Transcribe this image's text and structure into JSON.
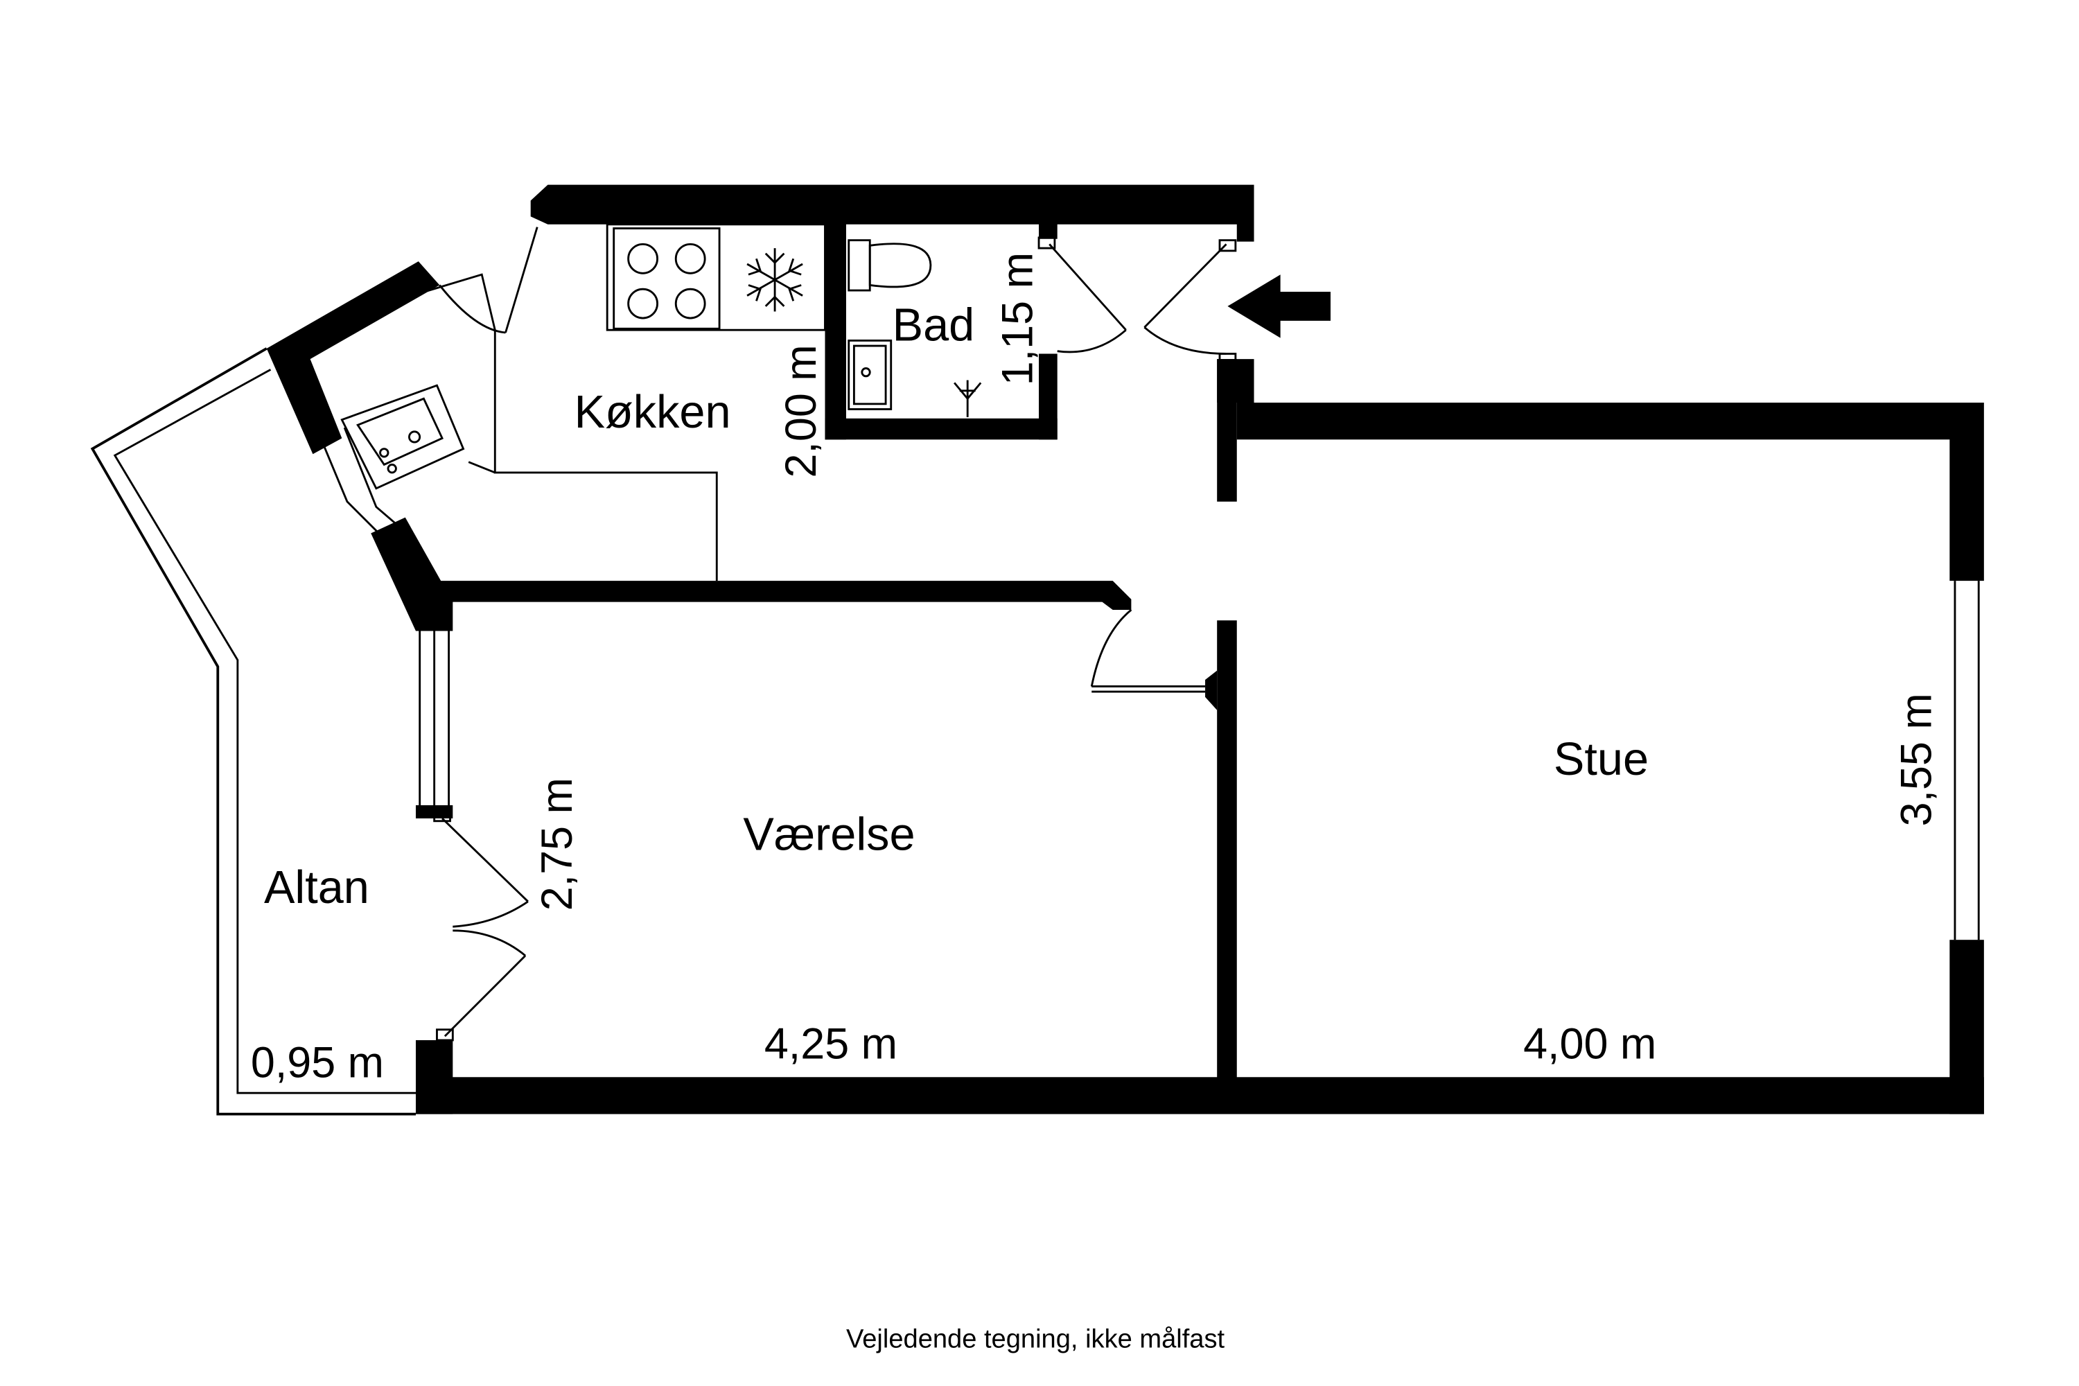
{
  "rooms": {
    "kitchen": "Køkken",
    "bathroom": "Bad",
    "bedroom": "Værelse",
    "living": "Stue",
    "balcony": "Altan"
  },
  "dimensions": {
    "kitchen_depth": "2,00 m",
    "bathroom_width": "1,15 m",
    "bedroom_depth": "2,75 m",
    "bedroom_width": "4,25 m",
    "living_width": "4,00 m",
    "living_depth": "3,55 m",
    "balcony_width": "0,95 m"
  },
  "footer": {
    "note": "Vejledende tegning, ikke målfast"
  },
  "colors": {
    "wall": "#000000",
    "background": "#ffffff"
  },
  "icons": [
    "entrance-arrow-icon",
    "stove-icon",
    "freezer-icon",
    "toilet-icon",
    "sink-icon",
    "shower-icon",
    "floor-drain-icon"
  ]
}
